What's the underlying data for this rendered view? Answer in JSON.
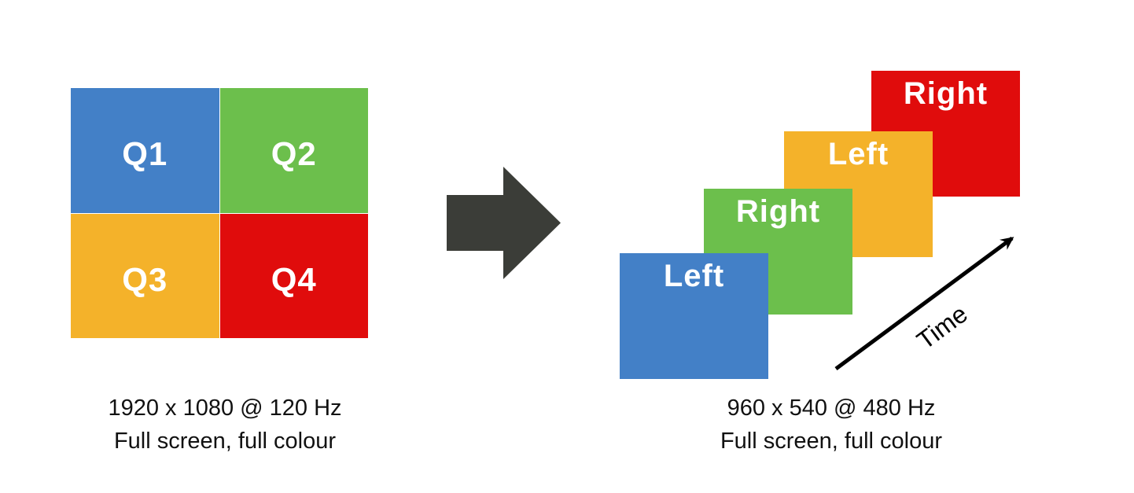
{
  "left_panel": {
    "quadrants": [
      {
        "label": "Q1",
        "color": "#4380C7"
      },
      {
        "label": "Q2",
        "color": "#6CBF4C"
      },
      {
        "label": "Q3",
        "color": "#F4B22A"
      },
      {
        "label": "Q4",
        "color": "#E00C0C"
      }
    ],
    "caption_line1": "1920 x 1080 @ 120 Hz",
    "caption_line2": "Full screen, full colour"
  },
  "transform_arrow": {
    "color": "#3B3D38"
  },
  "right_panel": {
    "frames": [
      {
        "label": "Left",
        "color": "#4380C7"
      },
      {
        "label": "Right",
        "color": "#6CBF4C"
      },
      {
        "label": "Left",
        "color": "#F4B22A"
      },
      {
        "label": "Right",
        "color": "#E00C0C"
      }
    ],
    "time_label": "Time",
    "time_arrow_color": "#000000",
    "caption_line1": "960 x 540 @ 480 Hz",
    "caption_line2": "Full screen, full colour"
  }
}
